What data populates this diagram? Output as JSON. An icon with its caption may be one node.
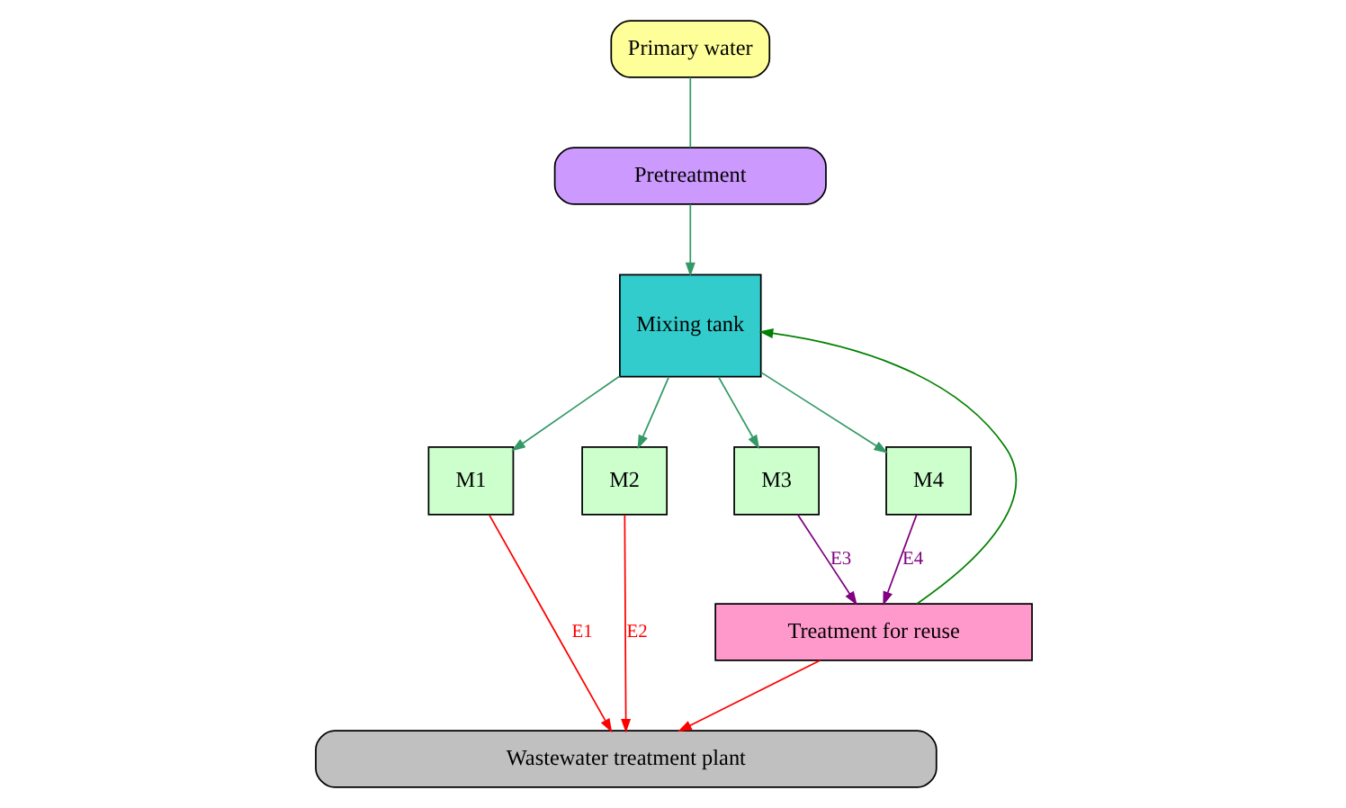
{
  "diagram": {
    "nodes": [
      {
        "text": [
          "Primary water"
        ]
      },
      {
        "text": [
          "Pretreatment"
        ]
      },
      {
        "text": [
          "Mixing tank"
        ]
      },
      {
        "text": [
          "M1"
        ]
      },
      {
        "text": [
          "M2"
        ]
      },
      {
        "text": [
          "M3"
        ]
      },
      {
        "text": [
          "M4"
        ]
      },
      {
        "text": [
          "Treatment for reuse"
        ]
      },
      {
        "text": [
          "Wastewater treatment plant"
        ]
      }
    ],
    "edges": [
      {
        "from": 0,
        "to": 1,
        "arrow": "none",
        "color": "#339966"
      },
      {
        "from": 1,
        "to": 2,
        "arrow": "to",
        "color": "#339966"
      },
      {
        "from": 2,
        "to": 3,
        "arrow": "to",
        "color": "#339966"
      },
      {
        "from": 2,
        "to": 4,
        "arrow": "to",
        "color": "#339966"
      },
      {
        "from": 2,
        "to": 5,
        "arrow": "to",
        "color": "#339966"
      },
      {
        "from": 2,
        "to": 6,
        "arrow": "to",
        "color": "#339966"
      },
      {
        "from": 3,
        "to": 8,
        "arrow": "to",
        "label": "E1",
        "color": "#ff0000"
      },
      {
        "from": 4,
        "to": 8,
        "arrow": "to",
        "label": "E2",
        "color": "#ff0000"
      },
      {
        "from": 5,
        "to": 7,
        "arrow": "to",
        "label": "E3",
        "color": "#800080"
      },
      {
        "from": 6,
        "to": 7,
        "arrow": "to",
        "label": "E4",
        "color": "#800080"
      },
      {
        "from": 7,
        "to": 2,
        "arrow": "to",
        "color": "#008000"
      },
      {
        "from": 7,
        "to": 8,
        "arrow": "to",
        "color": "#ff0000"
      }
    ]
  }
}
